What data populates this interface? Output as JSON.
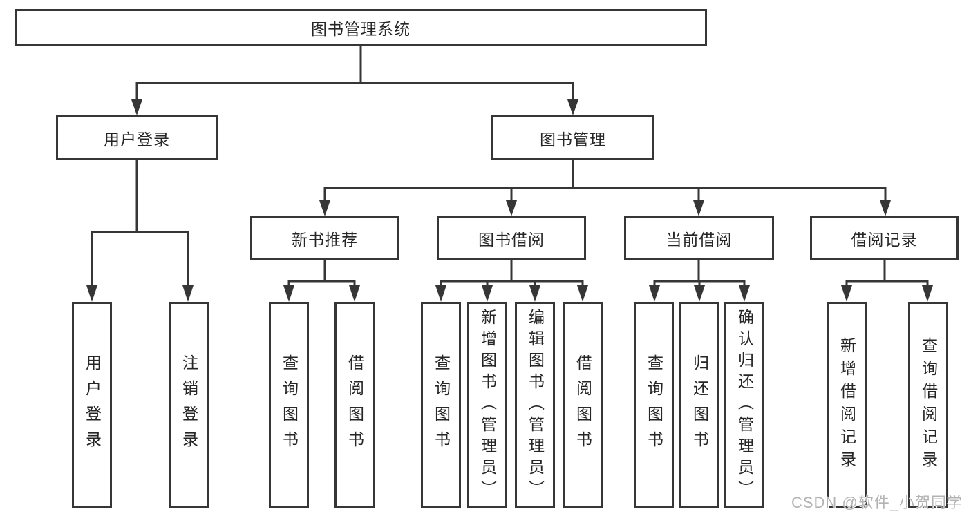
{
  "colors": {
    "line": "#363636",
    "box_border": "#363636",
    "box_background": "#ffffff",
    "label_text": "#262626",
    "watermark_text": "#b3b3b3"
  },
  "tree": {
    "root": {
      "label": "图书管理系统"
    },
    "level2": [
      {
        "label": "用户登录"
      },
      {
        "label": "图书管理"
      }
    ],
    "level3": [
      {
        "label": "新书推荐",
        "parent": "图书管理"
      },
      {
        "label": "图书借阅",
        "parent": "图书管理"
      },
      {
        "label": "当前借阅",
        "parent": "图书管理"
      },
      {
        "label": "借阅记录",
        "parent": "图书管理"
      }
    ],
    "leaves": [
      {
        "label": "用户登录",
        "parent": "用户登录"
      },
      {
        "label": "注销登录",
        "parent": "用户登录"
      },
      {
        "label": "查询图书",
        "parent": "新书推荐"
      },
      {
        "label": "借阅图书",
        "parent": "新书推荐"
      },
      {
        "label": "查询图书",
        "parent": "图书借阅"
      },
      {
        "label": "新增图书（管理员）",
        "parent": "图书借阅"
      },
      {
        "label": "编辑图书（管理员）",
        "parent": "图书借阅"
      },
      {
        "label": "借阅图书",
        "parent": "图书借阅"
      },
      {
        "label": "查询图书",
        "parent": "当前借阅"
      },
      {
        "label": "归还图书",
        "parent": "当前借阅"
      },
      {
        "label": "确认归还（管理员）",
        "parent": "当前借阅"
      },
      {
        "label": "新增借阅记录",
        "parent": "借阅记录"
      },
      {
        "label": "查询借阅记录",
        "parent": "借阅记录"
      }
    ]
  },
  "watermark": {
    "text": "CSDN @软件_小贺同学"
  }
}
